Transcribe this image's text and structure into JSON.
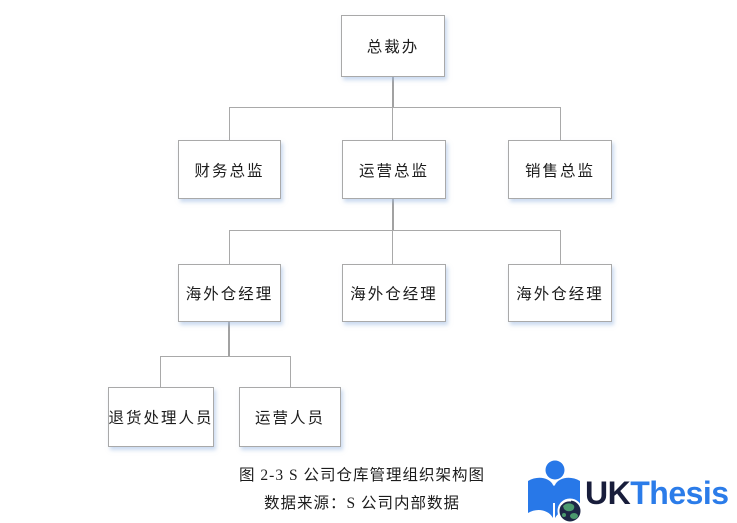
{
  "figure": {
    "caption_title": "图 2-3 S 公司仓库管理组织架构图",
    "caption_source": "数据来源：S 公司内部数据"
  },
  "org_chart": {
    "type": "org-tree",
    "nodes": [
      {
        "id": "ceo-office",
        "label": "总裁办",
        "level": 1,
        "parent": null
      },
      {
        "id": "finance-director",
        "label": "财务总监",
        "level": 2,
        "parent": "ceo-office"
      },
      {
        "id": "operations-director",
        "label": "运营总监",
        "level": 2,
        "parent": "ceo-office"
      },
      {
        "id": "sales-director",
        "label": "销售总监",
        "level": 2,
        "parent": "ceo-office"
      },
      {
        "id": "overseas-warehouse-manager-1",
        "label": "海外仓经理",
        "level": 3,
        "parent": "operations-director"
      },
      {
        "id": "overseas-warehouse-manager-2",
        "label": "海外仓经理",
        "level": 3,
        "parent": "operations-director"
      },
      {
        "id": "overseas-warehouse-manager-3",
        "label": "海外仓经理",
        "level": 3,
        "parent": "operations-director"
      },
      {
        "id": "returns-handling-staff",
        "label": "退货处理人员",
        "level": 4,
        "parent": "overseas-warehouse-manager-1"
      },
      {
        "id": "operations-staff",
        "label": "运营人员",
        "level": 4,
        "parent": "overseas-warehouse-manager-1"
      }
    ]
  },
  "logo": {
    "text_uk": "UK",
    "text_thesis": "Thesis",
    "icon": "book-reader-globe-icon",
    "colors": {
      "uk_text": "#181d3b",
      "thesis_text": "#2b7ce9",
      "icon_blue": "#2878e8",
      "globe_navy": "#1d2746"
    }
  },
  "style": {
    "background": "#ffffff",
    "box_border": "#a9a9a9",
    "connector": "#a9a9a9",
    "text": "#1c1c1c"
  }
}
